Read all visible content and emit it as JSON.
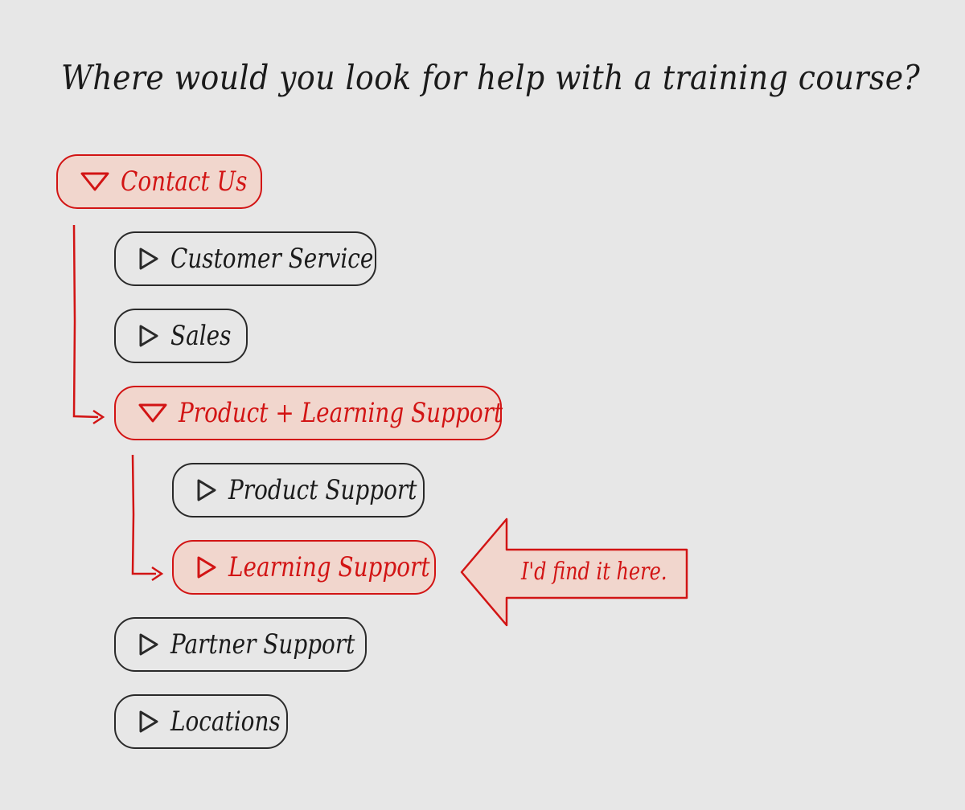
{
  "title": "Where would you look for help with a training course?",
  "colors": {
    "highlight": "#d21414",
    "highlight_fill": "#f1d6cd",
    "ink": "#2a2a2a",
    "background": "#e7e7e7"
  },
  "tree": {
    "contact_us": {
      "label": "Contact Us",
      "icon": "triangle-down-icon",
      "highlighted": true
    },
    "customer_service": {
      "label": "Customer Service",
      "icon": "triangle-right-icon",
      "highlighted": false
    },
    "sales": {
      "label": "Sales",
      "icon": "triangle-right-icon",
      "highlighted": false
    },
    "product_learning_support": {
      "label": "Product + Learning Support",
      "icon": "triangle-down-icon",
      "highlighted": true
    },
    "product_support": {
      "label": "Product Support",
      "icon": "triangle-right-icon",
      "highlighted": false
    },
    "learning_support": {
      "label": "Learning Support",
      "icon": "triangle-right-icon",
      "highlighted": true
    },
    "partner_support": {
      "label": "Partner Support",
      "icon": "triangle-right-icon",
      "highlighted": false
    },
    "locations": {
      "label": "Locations",
      "icon": "triangle-right-icon",
      "highlighted": false
    }
  },
  "callout": {
    "text": "I'd find it here.",
    "icon": "arrow-left-icon"
  }
}
